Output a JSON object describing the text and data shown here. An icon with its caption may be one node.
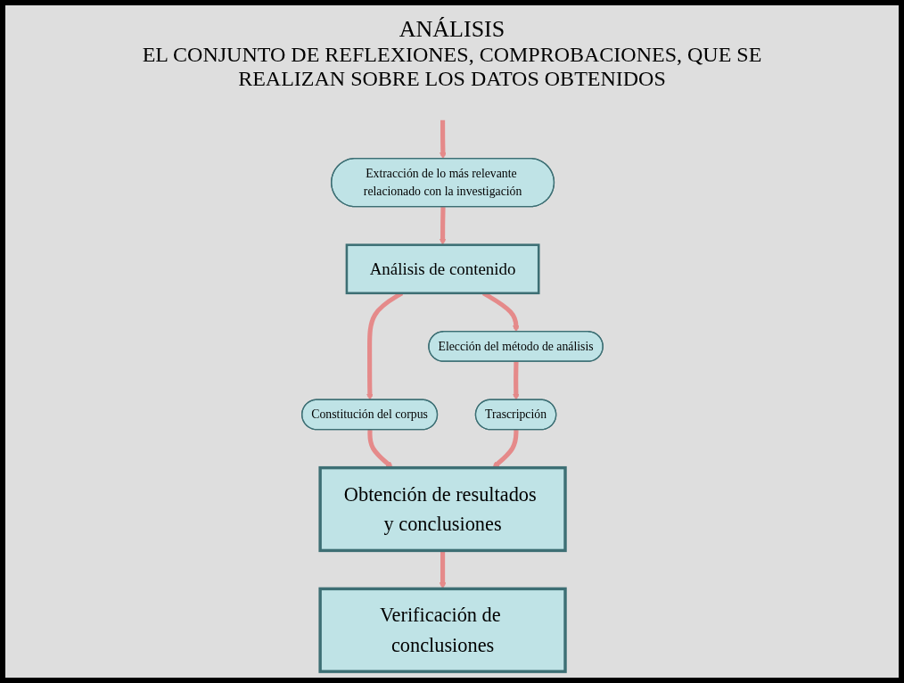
{
  "diagram": {
    "title": "ANÁLISIS",
    "nodes": [
      {
        "text": [
          "Extracción de lo más relevante relacionado con la investigación"
        ]
      },
      {
        "text": [
          "Análisis de contenido"
        ]
      },
      {
        "text": [
          "Elección del método de análisis"
        ]
      },
      {
        "text": [
          "Constitución del corpus"
        ]
      },
      {
        "text": [
          "Trascripción"
        ]
      },
      {
        "text": [
          "Obtención de resultados y conclusiones"
        ]
      },
      {
        "text": [
          "Verificación de conclusiones"
        ]
      }
    ],
    "edges": [
      {
        "from": null,
        "to": 0,
        "arrow": "to"
      },
      {
        "from": 0,
        "to": 1,
        "arrow": "to"
      },
      {
        "from": 1,
        "to": 2,
        "arrow": "to"
      },
      {
        "from": 1,
        "to": 3,
        "arrow": "to"
      },
      {
        "from": 2,
        "to": 4,
        "arrow": "to"
      },
      {
        "from": 3,
        "to": 5,
        "arrow": "to"
      },
      {
        "from": 4,
        "to": 5,
        "arrow": "to"
      },
      {
        "from": 5,
        "to": 6,
        "arrow": "to"
      }
    ],
    "labels": [
      "EL CONJUNTO DE REFLEXIONES, COMPROBACIONES, QUE SE REALIZAN SOBRE LOS DATOS OBTENIDOS"
    ]
  }
}
